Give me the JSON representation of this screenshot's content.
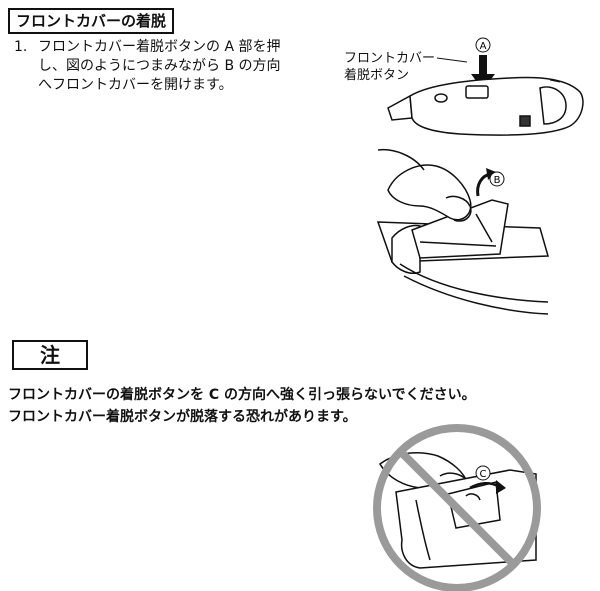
{
  "section": {
    "title": "フロントカバーの着脱"
  },
  "step1": {
    "number": "1.",
    "lines": [
      "フロントカバー着脱ボタンの A 部を押",
      "し、図のようにつまみながら B の方向",
      "へフロントカバーを開けます。"
    ]
  },
  "figure1": {
    "label_lines": [
      "フロントカバー",
      "着脱ボタン"
    ],
    "marker_a": "A"
  },
  "figure2": {
    "marker_b": "B"
  },
  "note": {
    "heading": "注",
    "lines": [
      "フロントカバーの着脱ボタンを C の方向へ強く引っ張らないでください。",
      "フロントカバー着脱ボタンが脱落する恐れがあります。"
    ]
  },
  "figure3": {
    "marker_c": "C"
  }
}
